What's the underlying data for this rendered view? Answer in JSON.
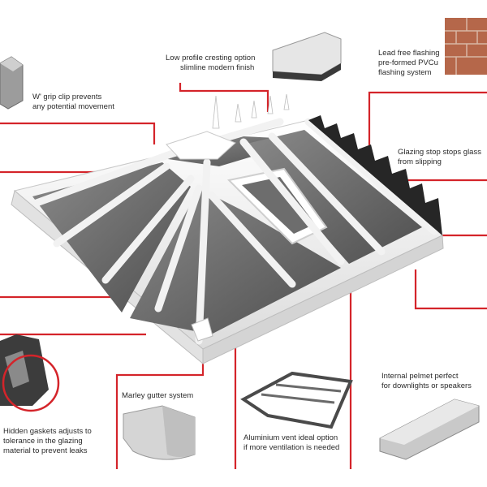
{
  "callouts": {
    "cresting": [
      "Low profile cresting option",
      "slimline modern finish"
    ],
    "flashing": [
      "Lead free flashing",
      "pre-formed PVCu",
      "flashing system"
    ],
    "grip_clip": [
      "W' grip clip prevents",
      "any potential movement"
    ],
    "glazing_stop": [
      "Glazing stop stops glass",
      "from slipping"
    ],
    "gaskets": [
      "Hidden gaskets adjusts to",
      "tolerance in the glazing",
      "material to prevent leaks"
    ],
    "gutter": [
      "Marley gutter system"
    ],
    "vent": [
      "Aluminium vent ideal option",
      "if more ventilation is needed"
    ],
    "pelmet": [
      "Internal pelmet perfect",
      "for downlights or speakers"
    ]
  },
  "colors": {
    "callout_line": "#d4242a",
    "frame": "#f4f4f4",
    "glass": "#6b6b6b",
    "brick": "#b5674a"
  }
}
